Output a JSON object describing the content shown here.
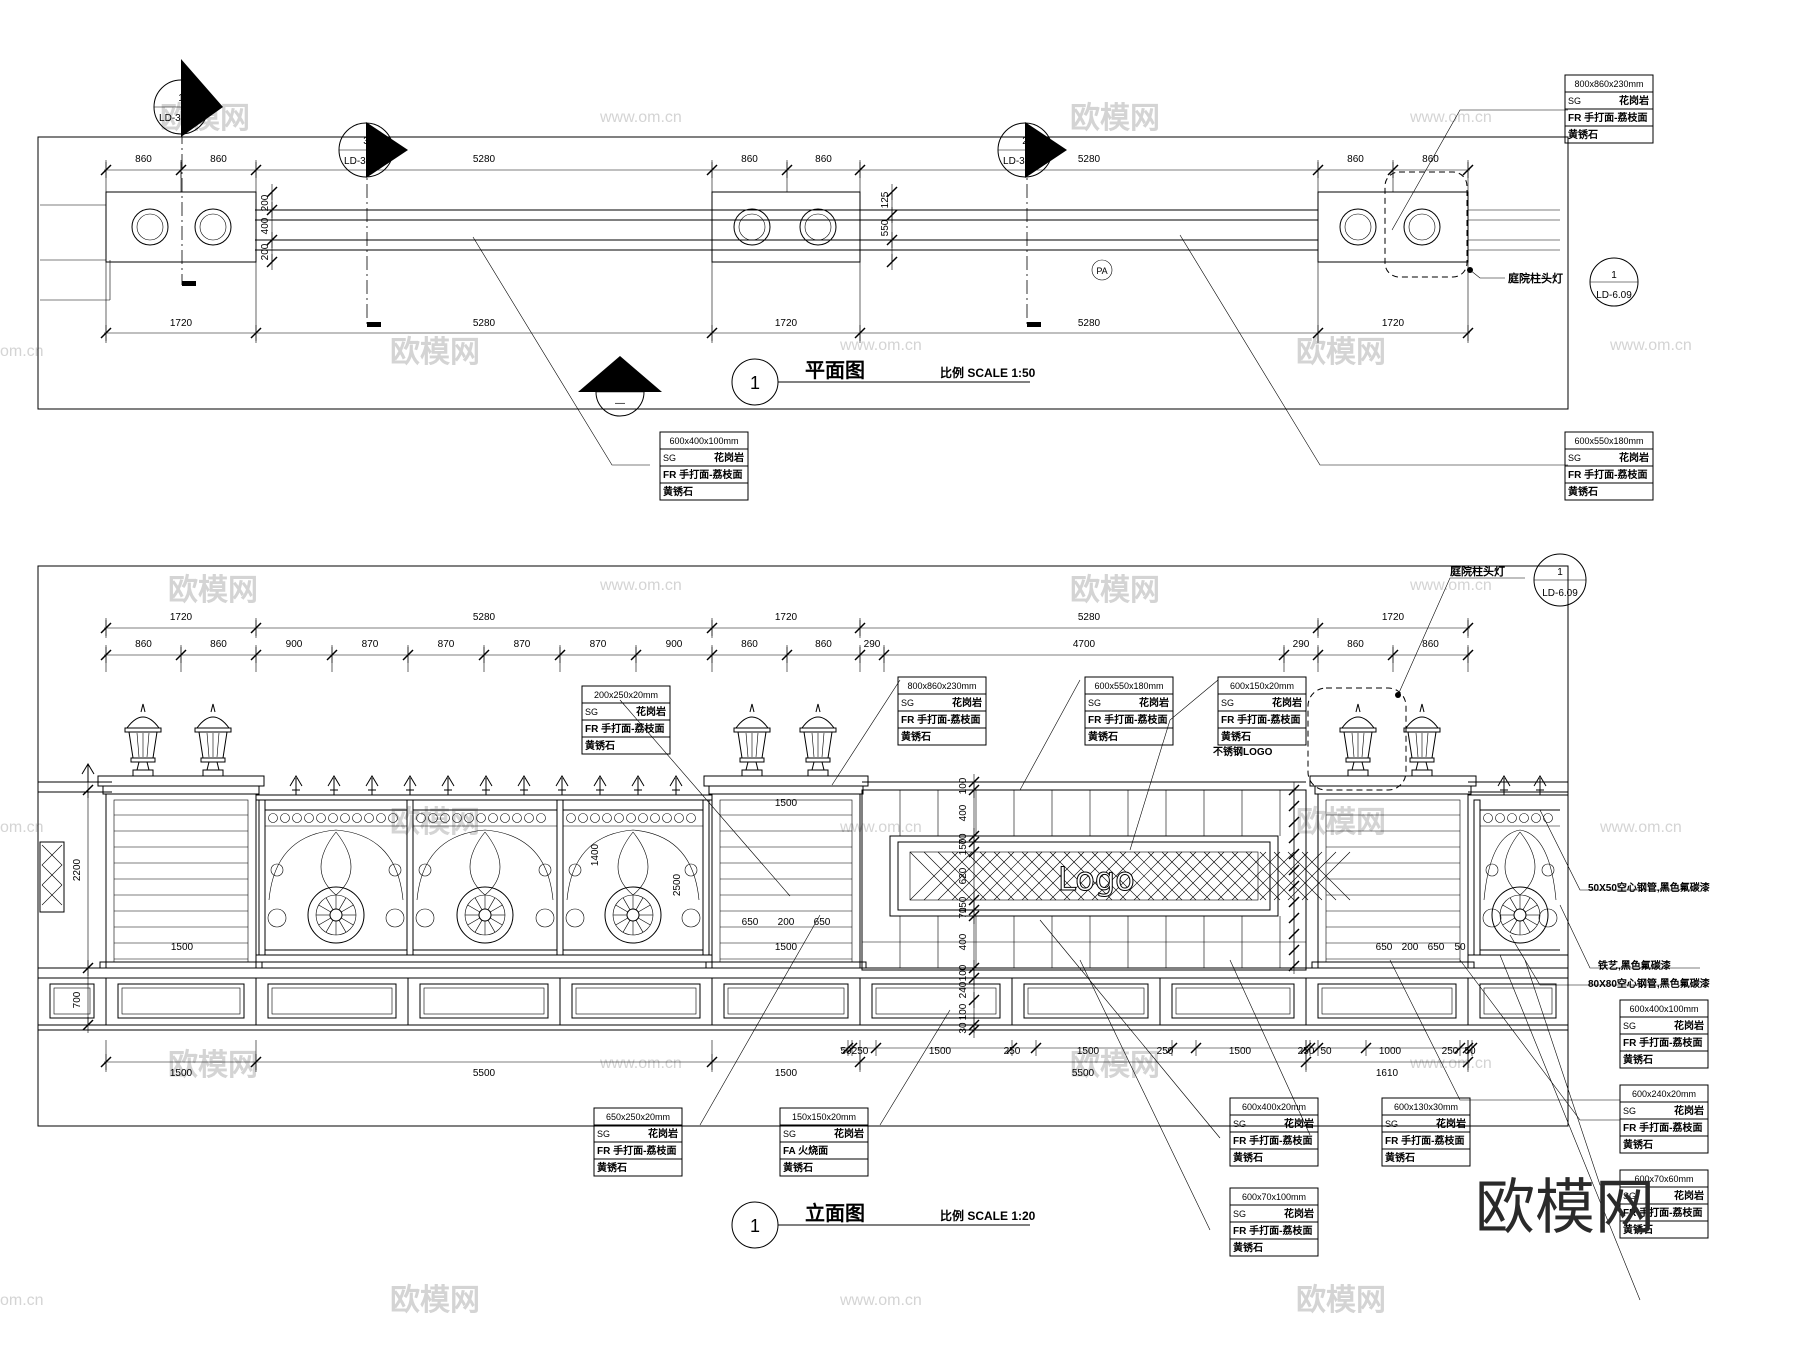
{
  "plan": {
    "title": "平面图",
    "scale": "比例 SCALE 1:50",
    "circle_num": "1",
    "pa": "PA",
    "lamp_label": "庭院柱头灯",
    "section_marks": [
      {
        "num": "1",
        "ref": "LD-3.04.1"
      },
      {
        "num": "3",
        "ref": "LD-3.04.1"
      },
      {
        "num": "2",
        "ref": "LD-3.04.1"
      }
    ],
    "lamp_ref": {
      "num": "1",
      "ref": "LD-6.09"
    },
    "section2": {
      "num": "2",
      "ref": "—"
    },
    "top_dims": [
      "860",
      "860",
      "5280",
      "860",
      "860",
      "5280",
      "860",
      "860"
    ],
    "bottom_dims": [
      "1720",
      "5280",
      "1720",
      "5280",
      "1720"
    ],
    "side_dims": [
      "200",
      "400",
      "200",
      "125",
      "550"
    ]
  },
  "elevation": {
    "title": "立面图",
    "scale": "比例 SCALE 1:20",
    "circle_num": "1",
    "lamp_label": "庭院柱头灯",
    "lamp_ref": {
      "num": "1",
      "ref": "LD-6.09"
    },
    "logo_label": "不锈钢LOGO",
    "top_dims_1": [
      "1720",
      "5280",
      "1720",
      "5280",
      "1720"
    ],
    "top_dims_2": [
      "860",
      "860",
      "900",
      "870",
      "870",
      "870",
      "870",
      "900",
      "860",
      "860",
      "290",
      "4700",
      "290",
      "860",
      "860"
    ],
    "inner_dims": [
      "1500",
      "650",
      "200",
      "650",
      "1500",
      "650",
      "200",
      "650",
      "50",
      "1500",
      "2200",
      "700",
      "1400",
      "2500"
    ],
    "vertical_dims": [
      "100",
      "400",
      "70",
      "150",
      "620",
      "150",
      "70",
      "400",
      "100",
      "240",
      "100",
      "30"
    ],
    "bottom_dims_1": [
      "50",
      "250",
      "1500",
      "250",
      "1500",
      "250",
      "1500",
      "250",
      "50",
      "1000",
      "250",
      "50"
    ],
    "bottom_dims_2": [
      "1500",
      "5500",
      "1500",
      "5500",
      "1610"
    ],
    "side_notes": [
      "50X50空心钢管,黑色氟碳漆",
      "铁艺,黑色氟碳漆",
      "80X80空心钢管,黑色氟碳漆"
    ]
  },
  "material_tables": [
    {
      "size": "800x860x230mm",
      "sg": "SG",
      "stone": "花岗岩",
      "finish": "FR 手打面-荔枝面",
      "color": "黄锈石"
    },
    {
      "size": "600x400x100mm",
      "sg": "SG",
      "stone": "花岗岩",
      "finish": "FR 手打面-荔枝面",
      "color": "黄锈石"
    },
    {
      "size": "600x550x180mm",
      "sg": "SG",
      "stone": "花岗岩",
      "finish": "FR 手打面-荔枝面",
      "color": "黄锈石"
    },
    {
      "size": "200x250x20mm",
      "sg": "SG",
      "stone": "花岗岩",
      "finish": "FR 手打面-荔枝面",
      "color": "黄锈石"
    },
    {
      "size": "800x860x230mm",
      "sg": "SG",
      "stone": "花岗岩",
      "finish": "FR 手打面-荔枝面",
      "color": "黄锈石"
    },
    {
      "size": "600x550x180mm",
      "sg": "SG",
      "stone": "花岗岩",
      "finish": "FR 手打面-荔枝面",
      "color": "黄锈石"
    },
    {
      "size": "600x150x20mm",
      "sg": "SG",
      "stone": "花岗岩",
      "finish": "FR 手打面-荔枝面",
      "color": "黄锈石"
    },
    {
      "size": "600x400x100mm",
      "sg": "SG",
      "stone": "花岗岩",
      "finish": "FR 手打面-荔枝面",
      "color": "黄锈石"
    },
    {
      "size": "600x240x20mm",
      "sg": "SG",
      "stone": "花岗岩",
      "finish": "FR 手打面-荔枝面",
      "color": "黄锈石"
    },
    {
      "size": "600x70x100mm",
      "sg": "SG",
      "stone": "花岗岩",
      "finish": "FR 手打面-荔枝面",
      "color": "黄锈石"
    },
    {
      "size": "650x250x20mm",
      "sg": "SG",
      "stone": "花岗岩",
      "finish": "FR 手打面-荔枝面",
      "color": "黄锈石"
    },
    {
      "size": "150x150x20mm",
      "sg": "SG",
      "stone": "花岗岩",
      "finish": "FA 火烧面",
      "color": "黄锈石"
    },
    {
      "size": "600x400x20mm",
      "sg": "SG",
      "stone": "花岗岩",
      "finish": "FR 手打面-荔枝面",
      "color": "黄锈石"
    },
    {
      "size": "600x130x30mm",
      "sg": "SG",
      "stone": "花岗岩",
      "finish": "FR 手打面-荔枝面",
      "color": "黄锈石"
    },
    {
      "size": "600x70x60mm",
      "sg": "SG",
      "stone": "花岗岩",
      "finish": "FR 手打面-荔枝面",
      "color": "黄锈石"
    }
  ],
  "watermarks": {
    "logo": "欧模网",
    "url": "www.om.cn",
    "domain": "om.cn"
  }
}
